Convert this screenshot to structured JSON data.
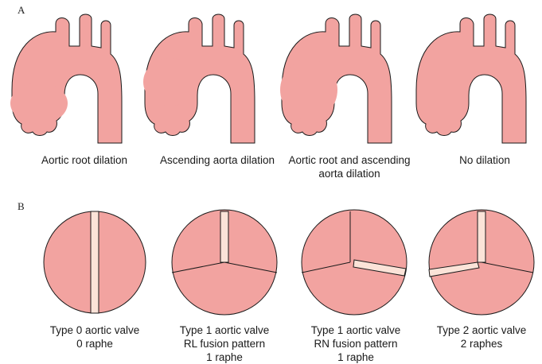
{
  "panels": {
    "a": {
      "label": "A",
      "items": [
        {
          "caption": "Aortic root dilation"
        },
        {
          "caption": "Ascending aorta dilation"
        },
        {
          "caption": "Aortic root and ascending\naorta dilation"
        },
        {
          "caption": "No dilation"
        }
      ]
    },
    "b": {
      "label": "B",
      "items": [
        {
          "caption": "Type 0 aortic valve\n0 raphe"
        },
        {
          "caption": "Type 1 aortic valve\nRL fusion pattern\n1 raphe"
        },
        {
          "caption": "Type 1 aortic valve\nRN fusion pattern\n1 raphe"
        },
        {
          "caption": "Type 2 aortic valve\n2 raphes"
        }
      ]
    }
  },
  "colors": {
    "tissue": "#f2a3a0",
    "raphe": "#fbe3d8",
    "outline": "#1a1a1a"
  }
}
